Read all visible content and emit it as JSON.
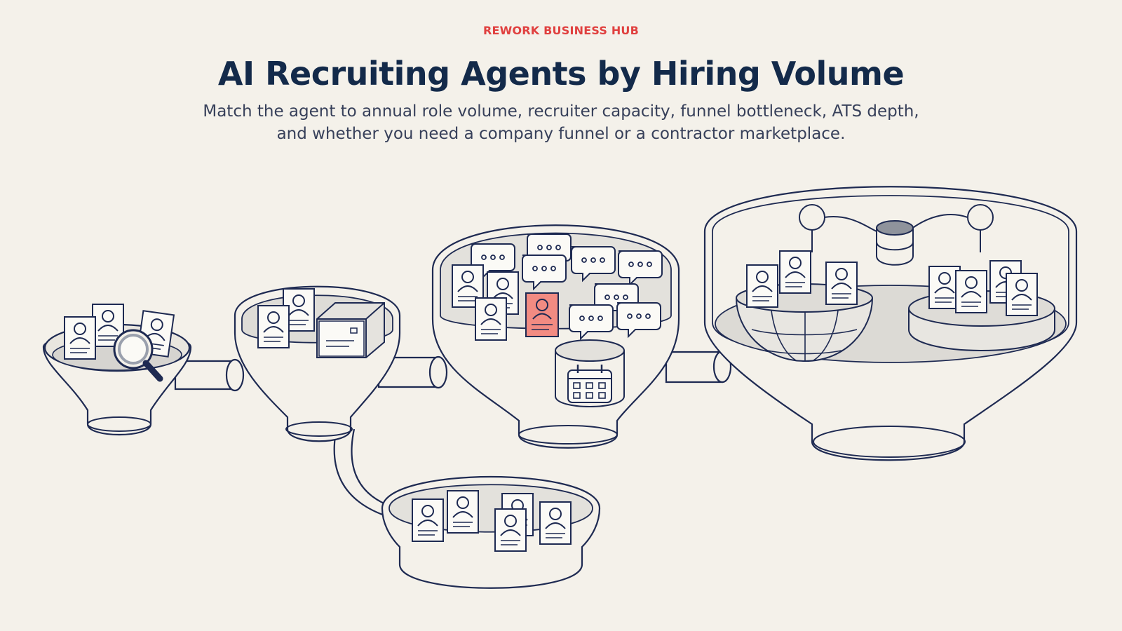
{
  "header": {
    "eyebrow": "REWORK BUSINESS HUB",
    "title": "AI Recruiting Agents by Hiring Volume",
    "subtitle": "Match the agent to annual role volume, recruiter capacity, funnel bottleneck, ATS depth, and whether you need a company funnel or a contractor marketplace."
  },
  "colors": {
    "ink": "#1e2a52",
    "accent": "#f28b82",
    "background": "#f4f1ea",
    "eyebrow": "#e0403f"
  },
  "icons": [
    "resume-card-icon",
    "magnifier-icon",
    "ats-box-icon",
    "chat-bubble-icon",
    "calendar-icon",
    "database-icon",
    "network-node-icon",
    "globe-icon"
  ]
}
